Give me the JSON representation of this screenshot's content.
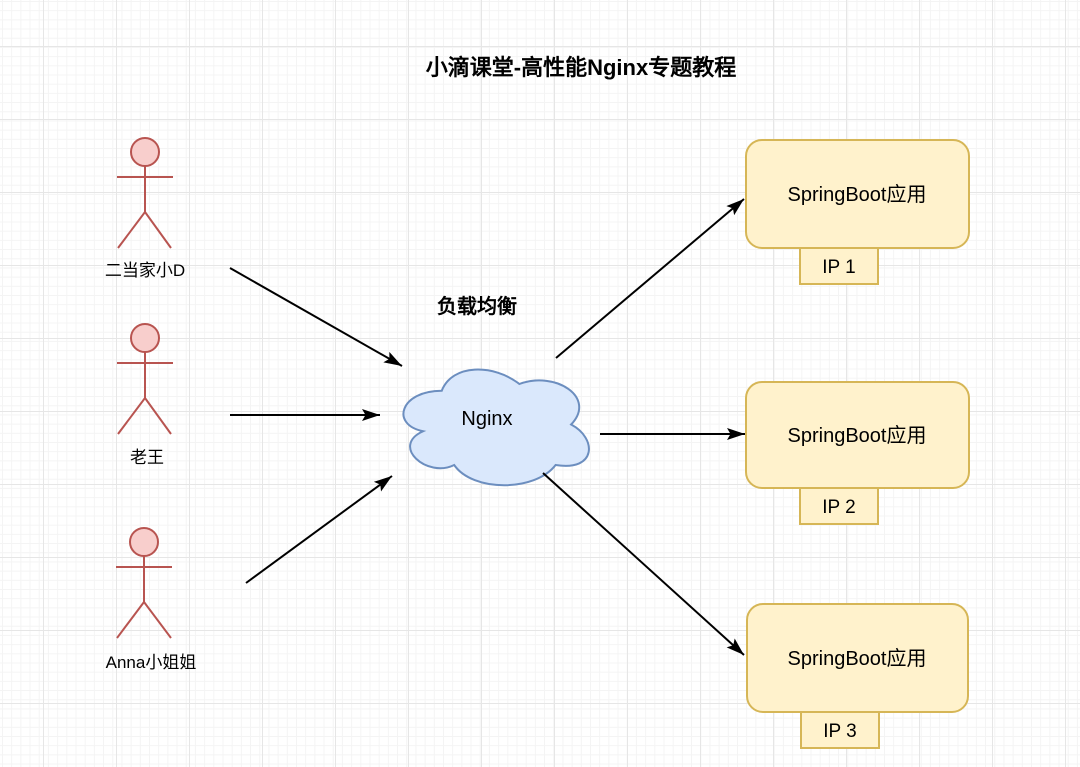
{
  "diagram": {
    "title": "小滴课堂-高性能Nginx专题教程",
    "load_balancer_caption": "负载均衡",
    "nginx_label": "Nginx",
    "users": [
      {
        "label": "二当家小D"
      },
      {
        "label": "老王"
      },
      {
        "label": "Anna小姐姐"
      }
    ],
    "servers": [
      {
        "label": "SpringBoot应用",
        "ip": "IP 1"
      },
      {
        "label": "SpringBoot应用",
        "ip": "IP 2"
      },
      {
        "label": "SpringBoot应用",
        "ip": "IP 3"
      }
    ],
    "colors": {
      "actor_fill": "#f8cecc",
      "actor_stroke": "#b85450",
      "cloud_fill": "#dae8fc",
      "cloud_stroke": "#6c8ebf",
      "server_fill": "#fff2cc",
      "server_stroke": "#d6b656",
      "arrow": "#000000",
      "text": "#000000"
    }
  }
}
